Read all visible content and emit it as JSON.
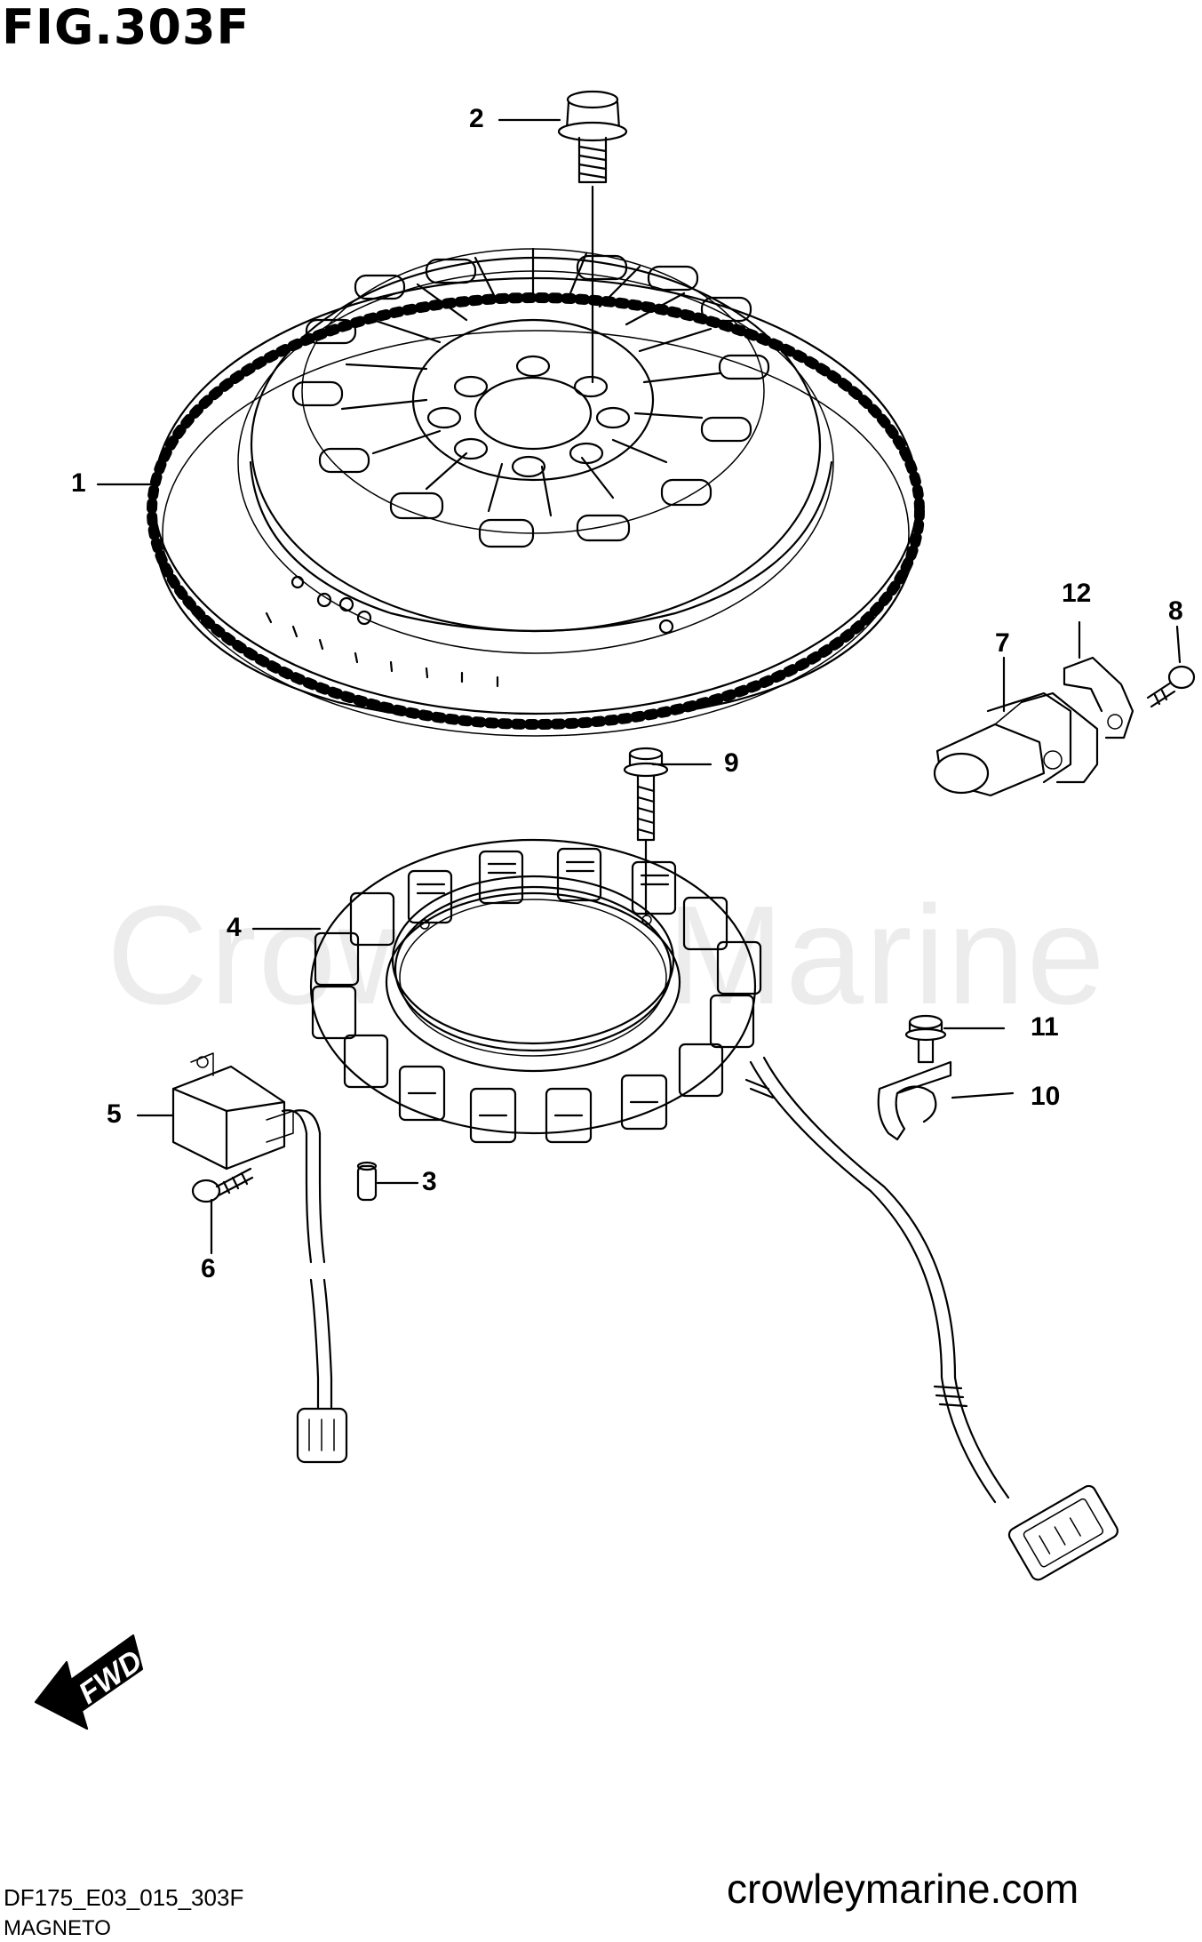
{
  "figure": {
    "title": "FIG.303F",
    "code": "DF175_E03_015_303F",
    "caption": "MAGNETO"
  },
  "watermark": "Crowley Marine",
  "website": "crowleymarine.com",
  "direction_label": "FWD",
  "callouts": [
    {
      "id": "1",
      "label": "1"
    },
    {
      "id": "2",
      "label": "2"
    },
    {
      "id": "3",
      "label": "3"
    },
    {
      "id": "4",
      "label": "4"
    },
    {
      "id": "5",
      "label": "5"
    },
    {
      "id": "6",
      "label": "6"
    },
    {
      "id": "7",
      "label": "7"
    },
    {
      "id": "8",
      "label": "8"
    },
    {
      "id": "9",
      "label": "9"
    },
    {
      "id": "10",
      "label": "10"
    },
    {
      "id": "11",
      "label": "11"
    },
    {
      "id": "12",
      "label": "12"
    }
  ]
}
